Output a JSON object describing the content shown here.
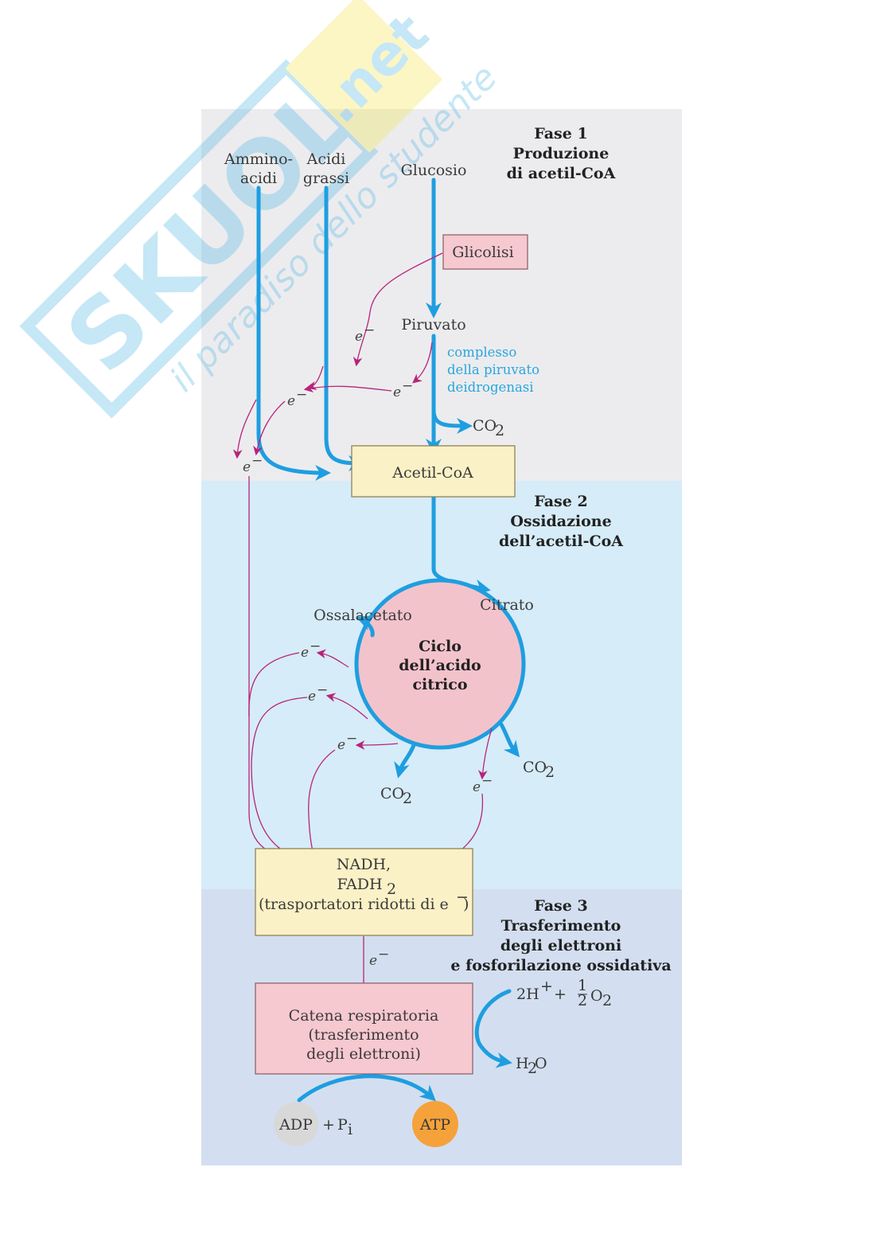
{
  "watermark": {
    "brand": "SKUOLA",
    "suffix": ".net",
    "tagline": "il paradiso dello studente"
  },
  "colors": {
    "phase1_bg": "#ececee",
    "phase2_bg": "#d6ecf8",
    "phase3_bg": "#d3dff0",
    "flow_arrow": "#1e9ee0",
    "electron_arrow": "#b8237a",
    "pink_box": "#f6c8d0",
    "yellow_box": "#fbf1c6",
    "cycle_fill": "#f3c3cc",
    "atp": "#f5a23a",
    "adp": "#d8d8d8"
  },
  "phases": {
    "p1": {
      "title": "Fase 1",
      "line1": "Produzione",
      "line2": "di acetil-CoA"
    },
    "p2": {
      "title": "Fase 2",
      "line1": "Ossidazione",
      "line2": "dell’acetil-CoA"
    },
    "p3": {
      "title": "Fase 3",
      "line1": "Trasferimento",
      "line2": "degli elettroni",
      "line3": "e fosforilazione ossidativa"
    }
  },
  "sources": {
    "amino_1": "Ammino-",
    "amino_2": "acidi",
    "fatty_1": "Acidi",
    "fatty_2": "grassi",
    "glucose": "Glucosio"
  },
  "glycolysis": "Glicolisi",
  "pyruvate": "Piruvato",
  "pdh": {
    "line1": "complesso",
    "line2": "della piruvato",
    "line3": "deidrogenasi"
  },
  "co2": {
    "main": "CO",
    "sub": "2"
  },
  "acetyl_coa": "Acetil-CoA",
  "cycle": {
    "line1": "Ciclo",
    "line2": "dell’acido",
    "line3": "citrico",
    "oxaloacetate": "Ossalacetato",
    "citrate": "Citrato"
  },
  "electron": {
    "symbol": "e",
    "charge": "−"
  },
  "carriers": {
    "line1": "NADH,",
    "line2_main": "FADH",
    "line2_sub": "2",
    "line3": "(trasportatori ridotti di e",
    "line3_charge": "−",
    "line3_end": ")"
  },
  "chain": {
    "line1": "Catena respiratoria",
    "line2": "(trasferimento",
    "line3": "degli elettroni)"
  },
  "oxygen": {
    "h": "2H",
    "h_charge": "+",
    "plus": "+",
    "num": "1",
    "den": "2",
    "o": "O",
    "o_sub": "2"
  },
  "water": {
    "h": "H",
    "h_sub": "2",
    "o": "O"
  },
  "atp_labels": {
    "adp": "ADP",
    "plus": "+",
    "p": "P",
    "p_sub": "i",
    "atp": "ATP"
  }
}
